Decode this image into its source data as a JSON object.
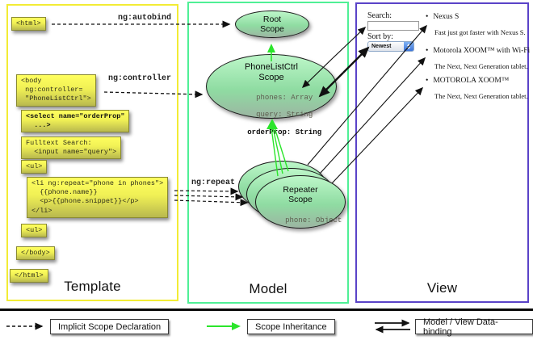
{
  "columns": {
    "template": {
      "label": "Template"
    },
    "model": {
      "label": "Model"
    },
    "view": {
      "label": "View"
    }
  },
  "arrow_labels": {
    "autobind": "ng:autobind",
    "controller": "ng:controller",
    "repeat": "ng:repeat"
  },
  "template_boxes": [
    {
      "name": "html-open-tag",
      "text": "<html>"
    },
    {
      "name": "body-open-tag",
      "text": "<body\n ng:controller=\n \"PhoneListCtrl\">"
    },
    {
      "name": "select-tag",
      "text": "<select name=\"orderProp\"\n  ...>"
    },
    {
      "name": "fulltext-input",
      "text": "Fulltext Search:\n  <input name=\"query\">"
    },
    {
      "name": "ul-open-tag",
      "text": "<ul>"
    },
    {
      "name": "li-repeat-tag",
      "text": "<li ng:repeat=\"phone in phones\">\n  {{phone.name}}\n  <p>{{phone.snippet}}</p>\n</li>"
    },
    {
      "name": "ul-close-tag",
      "text": "<ul>"
    },
    {
      "name": "body-close-tag",
      "text": "</body>"
    },
    {
      "name": "html-close-tag",
      "text": "</html>"
    }
  ],
  "model": {
    "root_scope": {
      "title": "Root\nScope"
    },
    "phonelist_scope": {
      "title": "PhoneListCtrl\nScope",
      "prop1": "phones: Array",
      "prop2": "query: String",
      "prop3": "orderProp: String"
    },
    "repeater_scope": {
      "title": "Repeater\nScope",
      "prop1": "phone: Object"
    }
  },
  "view": {
    "search_label": "Search:",
    "sort_label": "Sort by:",
    "sort_value": "Newest",
    "bullet": "•",
    "items": [
      {
        "title": "Nexus S",
        "desc": "Fast just got faster with Nexus S."
      },
      {
        "title": "Motorola XOOM™ with Wi-Fi",
        "desc": "The Next, Next Generation tablet."
      },
      {
        "title": "MOTOROLA XOOM™",
        "desc": "The Next, Next Generation tablet."
      }
    ]
  },
  "legend": {
    "implicit": "Implicit Scope Declaration",
    "inheritance": "Scope Inheritance",
    "databinding": "Model / View Data-binding"
  },
  "colors": {
    "template_border": "#f2ec35",
    "model_border": "#4ff096",
    "view_border": "#5a43c8",
    "code_box_yellow": "#ffff5e",
    "scope_green": "#8fdca2",
    "inheritance_arrow_green": "#2be52b",
    "arrow_black": "#111111"
  }
}
